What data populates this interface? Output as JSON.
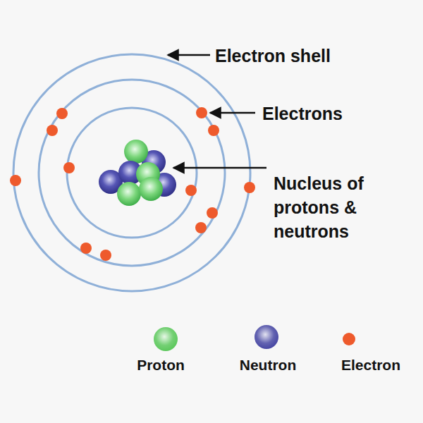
{
  "diagram": {
    "labels": [
      "Electron shell",
      "Electrons",
      "Nucleus of protons & neutrons"
    ],
    "legend": [
      {
        "text": "Proton",
        "color": "#5cc85c"
      },
      {
        "text": "Neutron",
        "color": "#4747a3"
      },
      {
        "text": "Electron",
        "color": "#ee5a2c"
      }
    ]
  }
}
